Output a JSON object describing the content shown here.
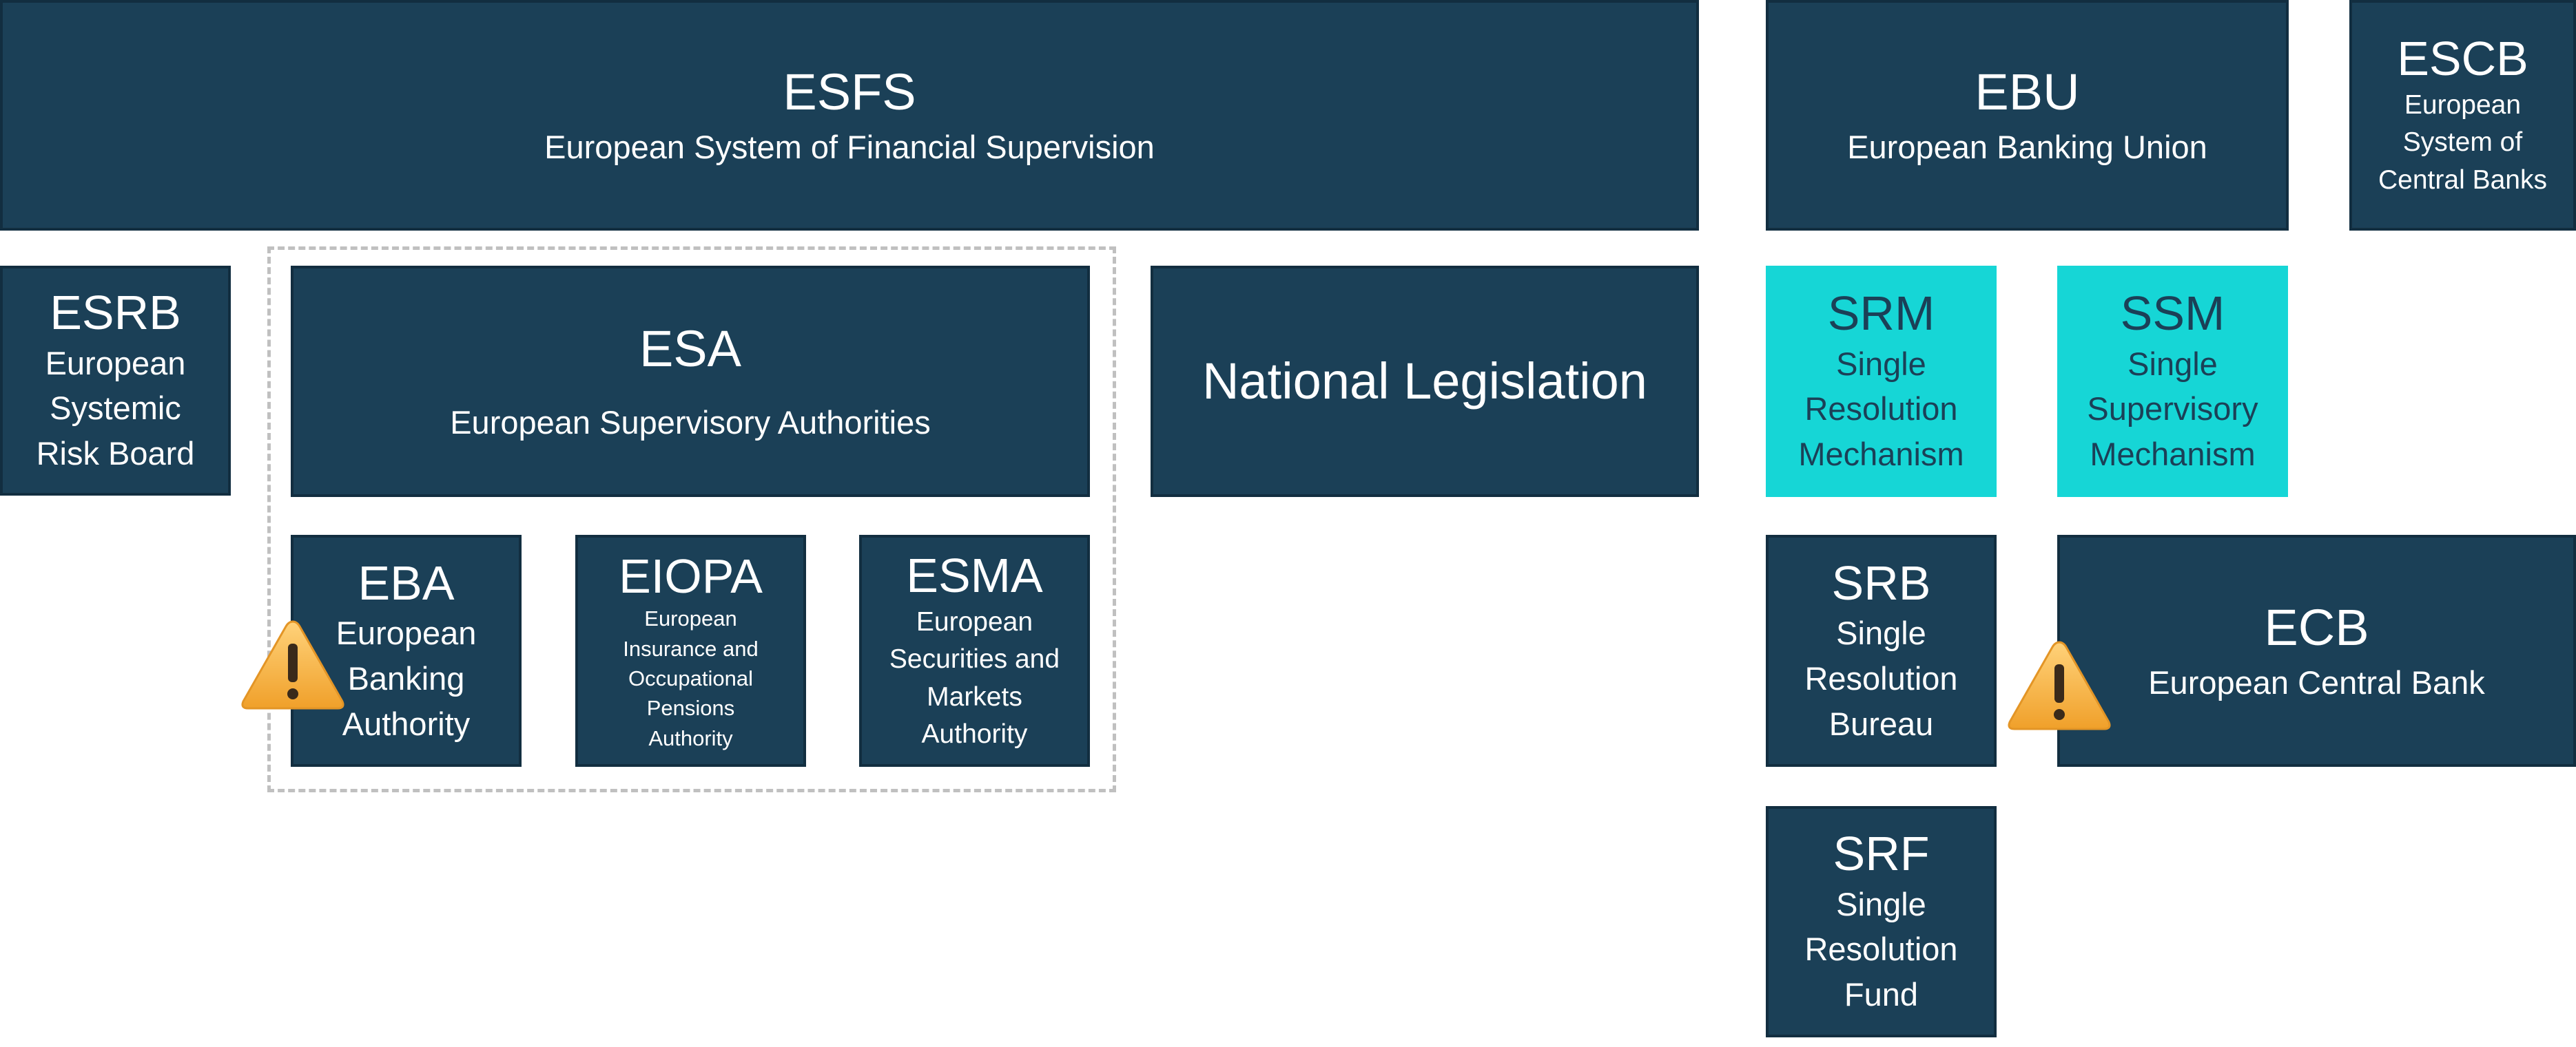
{
  "esfs": {
    "abbr": "ESFS",
    "full": "European System of Financial Supervision"
  },
  "ebu": {
    "abbr": "EBU",
    "full": "European Banking Union"
  },
  "escb": {
    "abbr": "ESCB",
    "full": "European\nSystem of\nCentral Banks"
  },
  "esrb": {
    "abbr": "ESRB",
    "full": "European\nSystemic\nRisk Board"
  },
  "esa": {
    "abbr": "ESA",
    "full": "European Supervisory Authorities"
  },
  "national": {
    "full": "National Legislation"
  },
  "srm": {
    "abbr": "SRM",
    "full": "Single\nResolution\nMechanism"
  },
  "ssm": {
    "abbr": "SSM",
    "full": "Single\nSupervisory\nMechanism"
  },
  "eba": {
    "abbr": "EBA",
    "full": "European\nBanking\nAuthority"
  },
  "eiopa": {
    "abbr": "EIOPA",
    "full": "European\nInsurance and\nOccupational\nPensions\nAuthority"
  },
  "esma": {
    "abbr": "ESMA",
    "full": "European\nSecurities and\nMarkets\nAuthority"
  },
  "srb": {
    "abbr": "SRB",
    "full": "Single\nResolution\nBureau"
  },
  "ecb": {
    "abbr": "ECB",
    "full": "European Central Bank"
  },
  "srf": {
    "abbr": "SRF",
    "full": "Single\nResolution\nFund"
  },
  "warning_icons": [
    "warning-icon",
    "warning-icon"
  ],
  "colors": {
    "box_fill": "#1b4057",
    "box_border": "#122e40",
    "highlight_fill": "#16d6d6",
    "dashed_border": "#c0c0c0",
    "warning_fill": "#f6b23c"
  }
}
